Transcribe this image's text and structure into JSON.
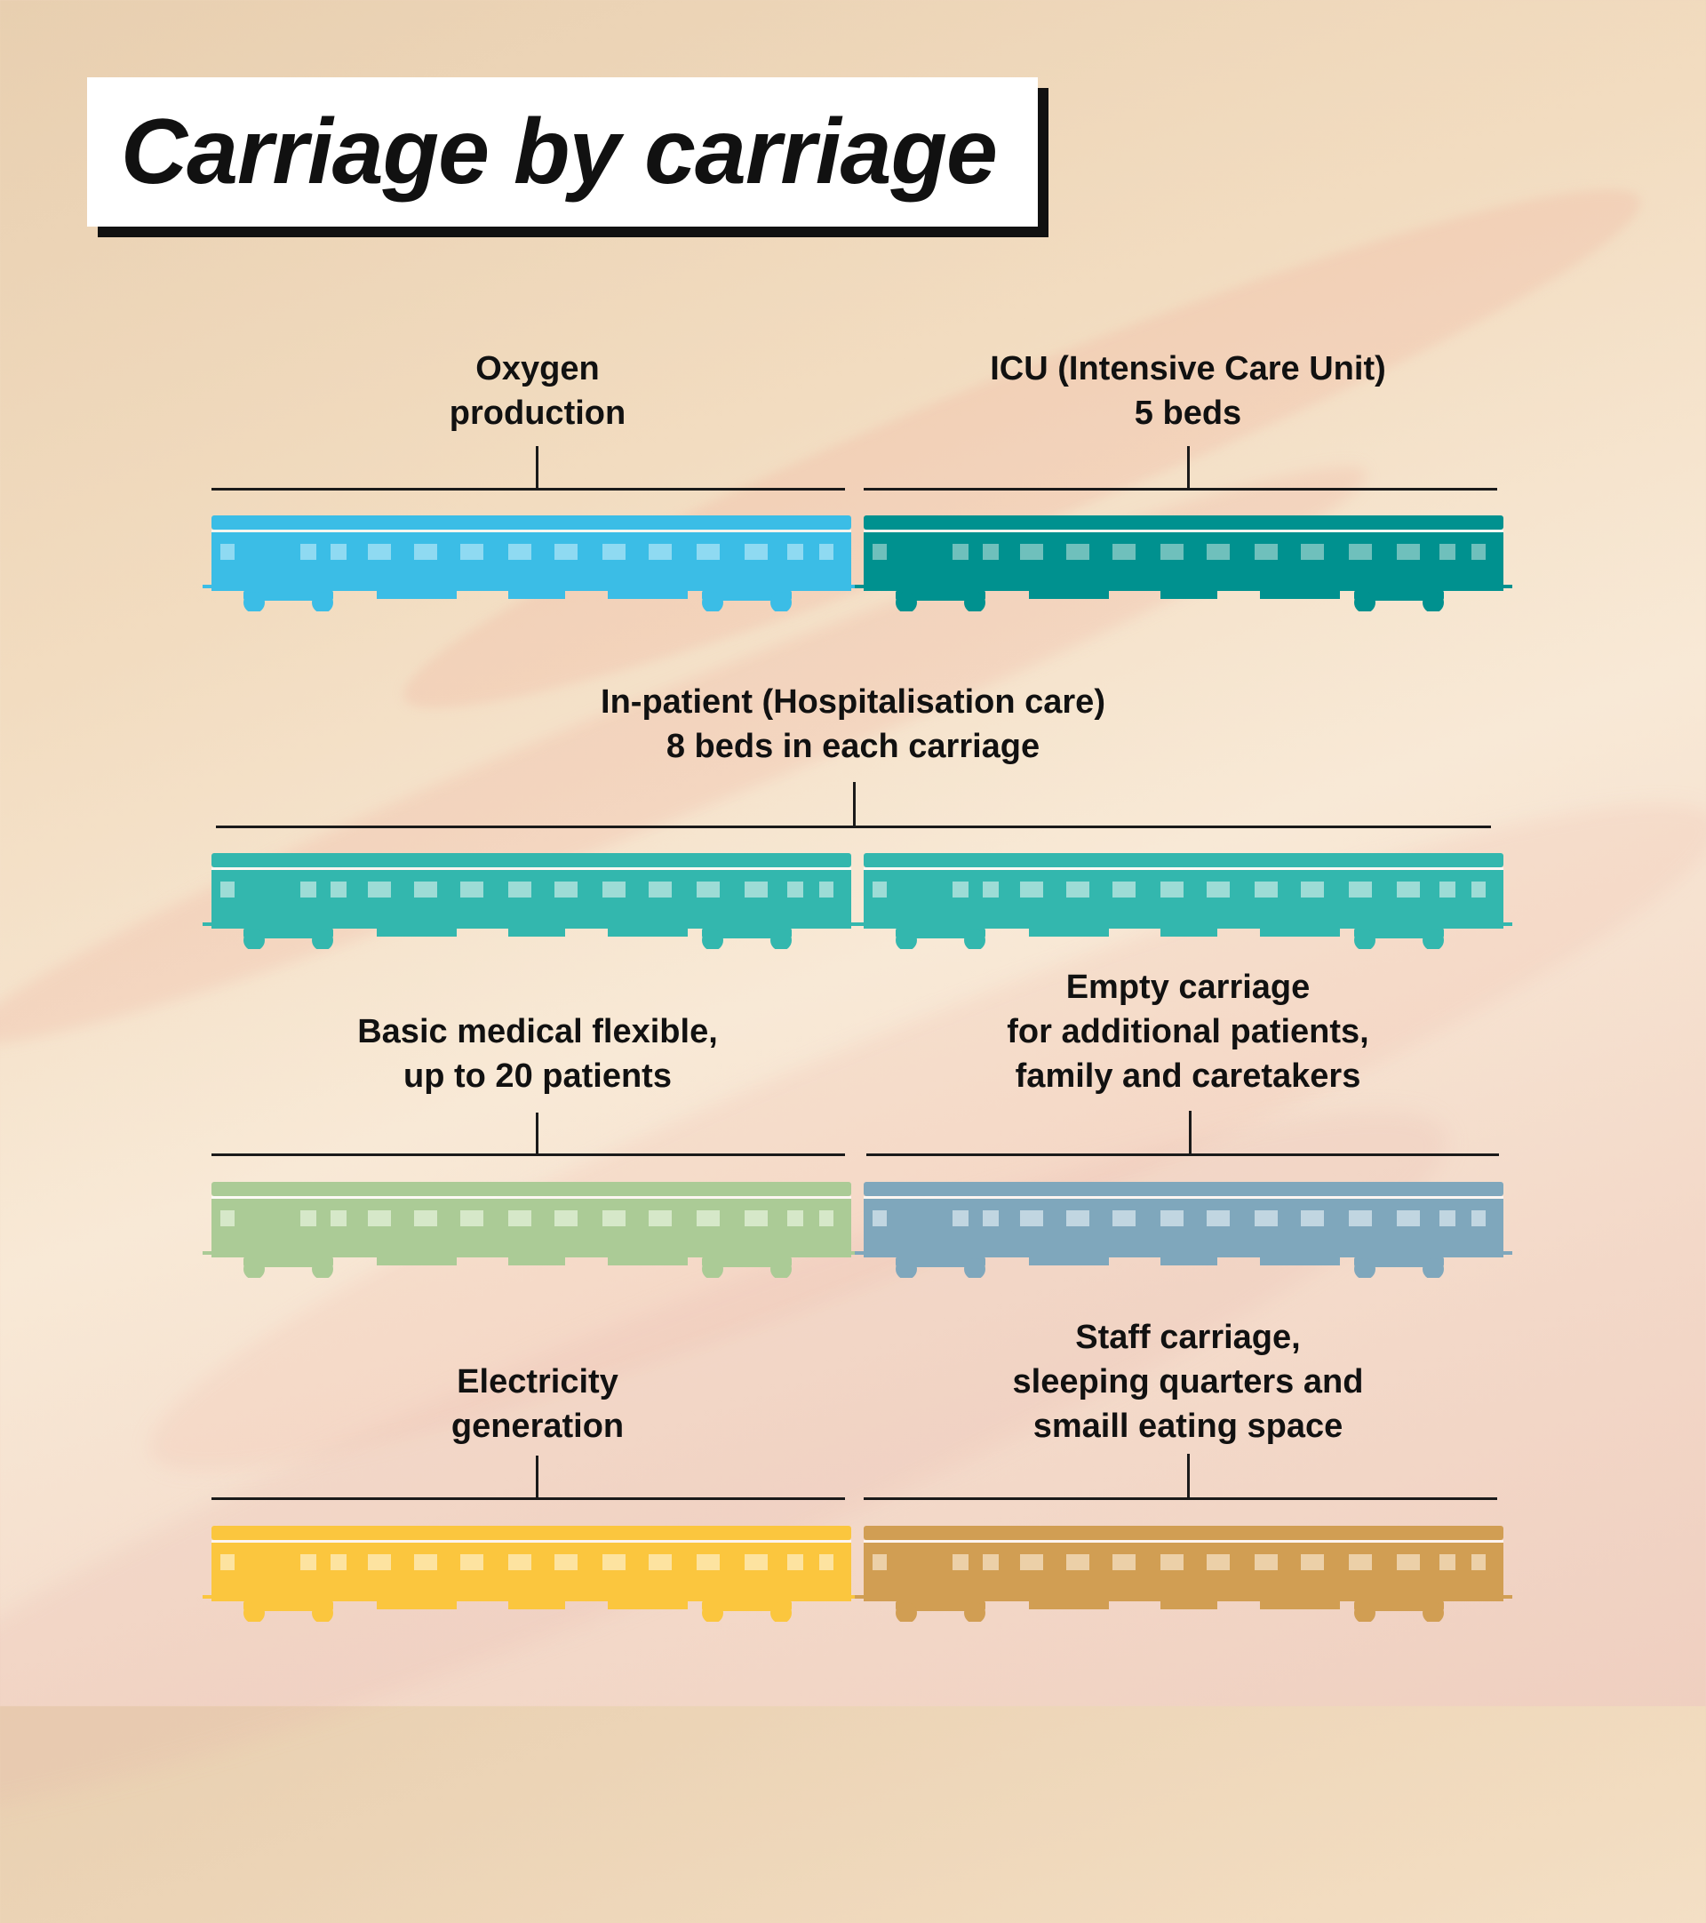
{
  "title": "Carriage by carriage",
  "groups": [
    {
      "id": "oxygen",
      "lines": [
        "Oxygen",
        "production"
      ]
    },
    {
      "id": "icu",
      "lines": [
        "ICU (Intensive Care Unit)",
        "5 beds"
      ]
    },
    {
      "id": "inpatient",
      "lines": [
        "In-patient (Hospitalisation care)",
        "8 beds in each carriage"
      ]
    },
    {
      "id": "basic",
      "lines": [
        "Basic medical flexible,",
        "up to 20 patients"
      ]
    },
    {
      "id": "empty",
      "lines": [
        "Empty carriage",
        "for additional patients,",
        "family and caretakers"
      ]
    },
    {
      "id": "electricity",
      "lines": [
        "Electricity",
        "generation"
      ]
    },
    {
      "id": "staff",
      "lines": [
        "Staff carriage,",
        "sleeping quarters and",
        "smaill eating space"
      ]
    }
  ],
  "carriages": [
    {
      "group": "oxygen",
      "color": "#3bbde6",
      "window_color": "#8fdaf2"
    },
    {
      "group": "icu",
      "color": "#00918f",
      "window_color": "#6fc0bc"
    },
    {
      "group": "inpatient",
      "color": "#33b7ae",
      "window_color": "#9ddcd6"
    },
    {
      "group": "inpatient",
      "color": "#33b7ae",
      "window_color": "#9ddcd6"
    },
    {
      "group": "basic",
      "color": "#abcb96",
      "window_color": "#d6e8c9"
    },
    {
      "group": "empty",
      "color": "#7fa7bc",
      "window_color": "#c1d6e1"
    },
    {
      "group": "electricity",
      "color": "#fbc63e",
      "window_color": "#fde3a0"
    },
    {
      "group": "staff",
      "color": "#d19e53",
      "window_color": "#ecd0a8"
    }
  ]
}
